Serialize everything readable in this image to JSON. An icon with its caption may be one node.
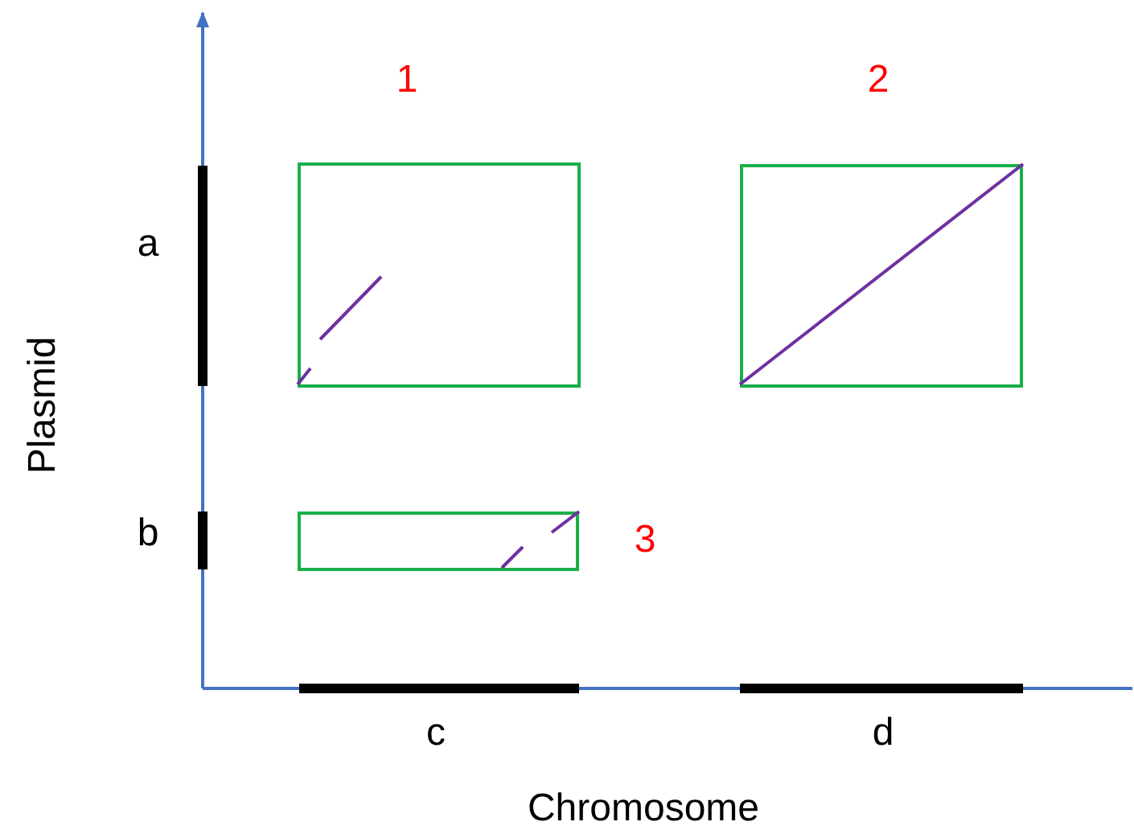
{
  "diagram": {
    "nodes": [
      {
        "text": [],
        "shape": "box",
        "beside": [
          "1"
        ]
      },
      {
        "text": [],
        "shape": "box",
        "beside": [
          "2"
        ]
      },
      {
        "text": [],
        "shape": "box",
        "beside": [
          "3"
        ]
      }
    ],
    "labels": [
      "a",
      "b",
      "c",
      "d",
      "Plasmid",
      "Chromosome"
    ]
  }
}
